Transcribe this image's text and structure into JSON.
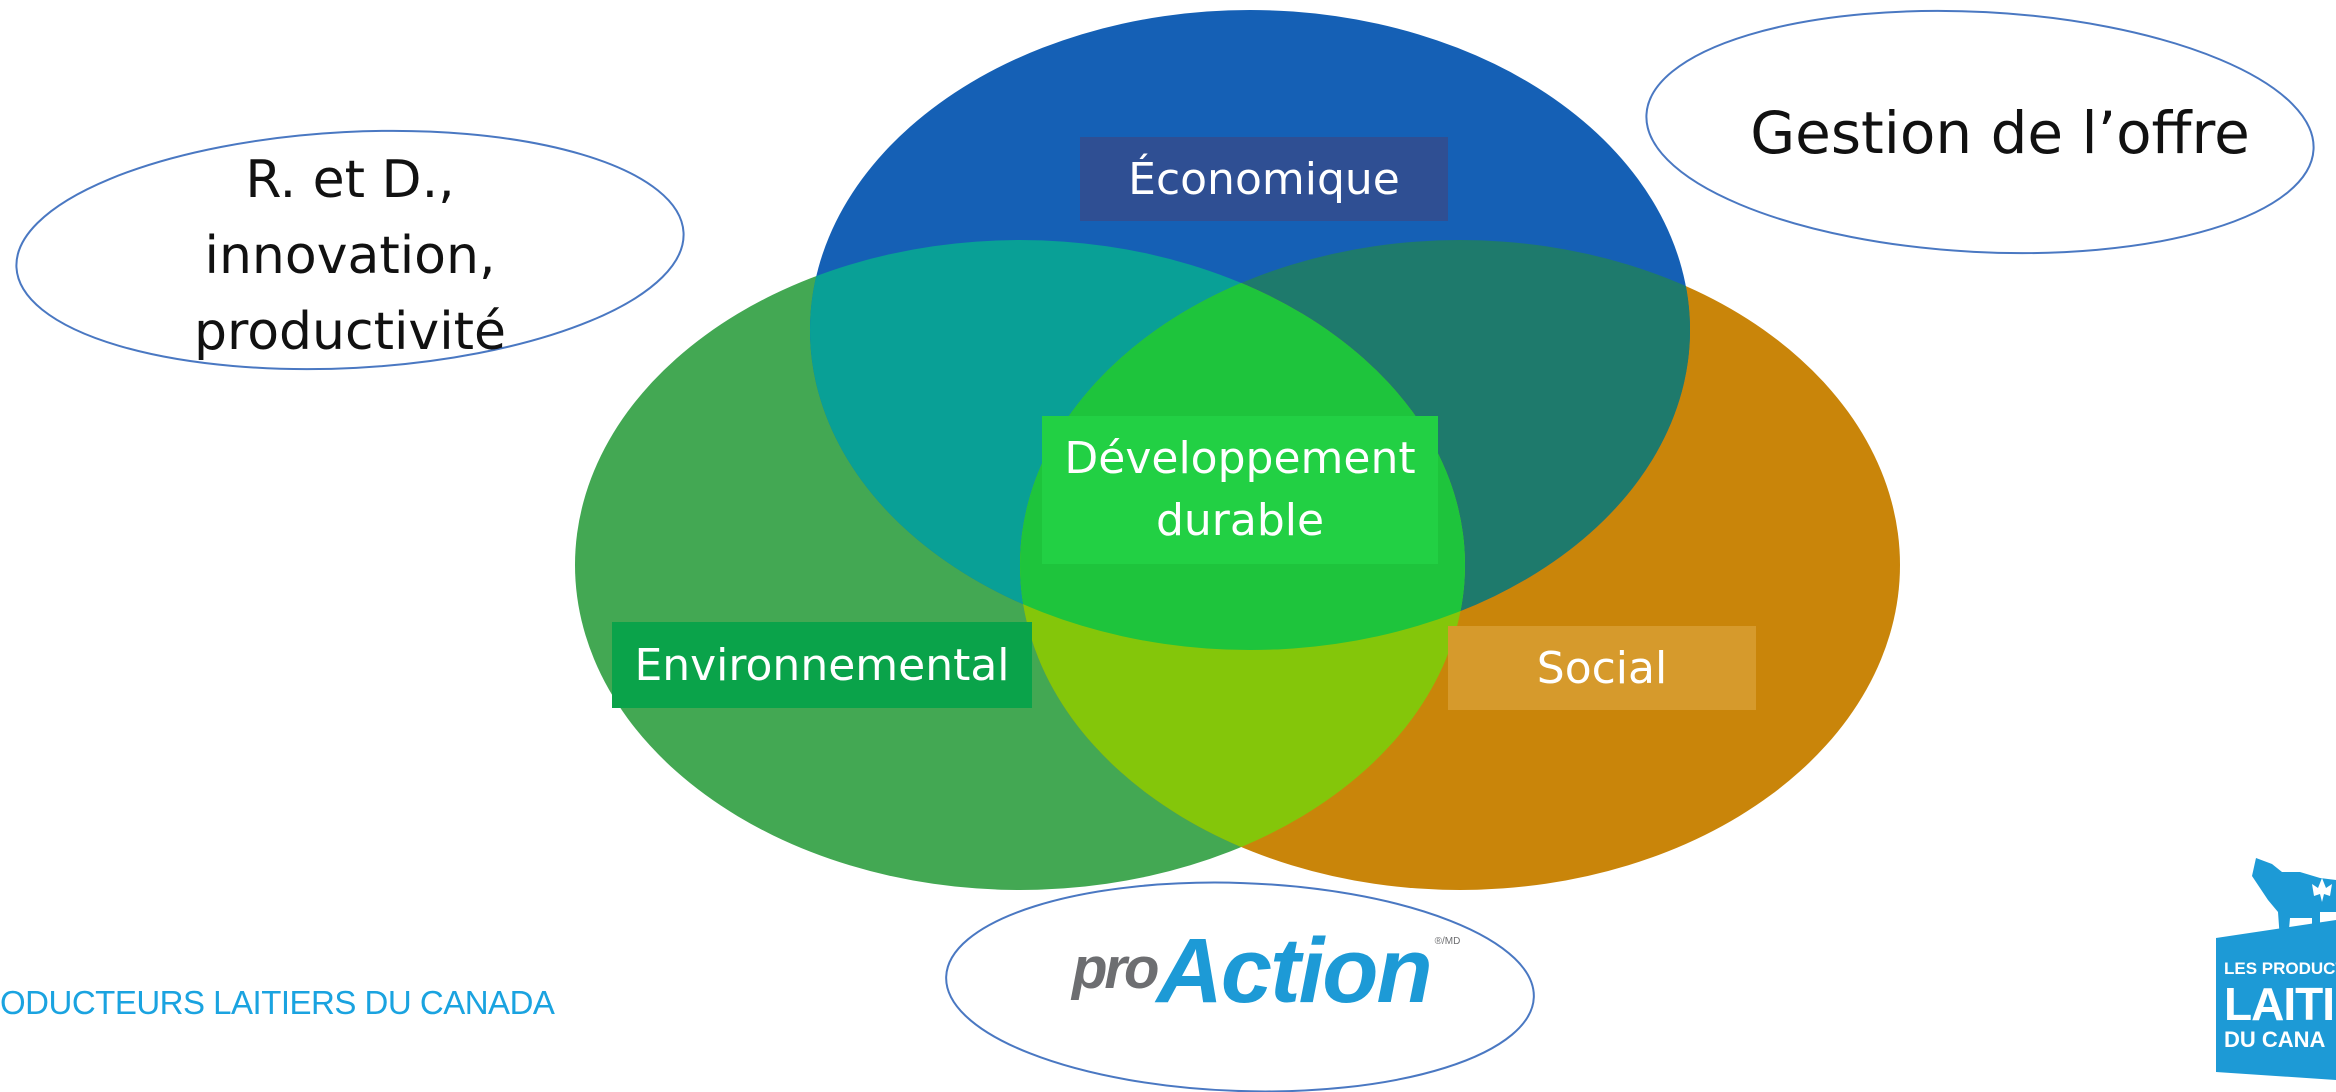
{
  "diagram": {
    "circles": {
      "economic": {
        "label": "Économique",
        "color": "#1560b5",
        "label_bg": "#2f4f93"
      },
      "environmental": {
        "label": "Environnemental",
        "color": "#43a853",
        "label_bg": "#0aa34a"
      },
      "social": {
        "label": "Social",
        "color": "#c9850a",
        "label_bg": "#d69a2c"
      }
    },
    "center": {
      "line1": "Développement",
      "line2": "durable",
      "color": "#1ec43c",
      "label_bg": "#22d044"
    },
    "overlap_colors": {
      "economic_environmental": "#09a096",
      "economic_social": "#1e7a6c",
      "environmental_social": "#84c60a"
    }
  },
  "bubbles": {
    "rd": {
      "line1": "R. et D.,",
      "line2": "innovation,",
      "line3": "productivité"
    },
    "supply": {
      "text": "Gestion de l’offre"
    },
    "proaction": {
      "pro": "pro",
      "action": "Action",
      "mark": "®/MD"
    }
  },
  "footer": {
    "organization": "ODUCTEURS LAITIERS DU CANADA"
  },
  "logo": {
    "line1": "LES PRODUCT",
    "line2": "LAITIE",
    "line3": "DU CANA",
    "color": "#1d9ad6"
  }
}
